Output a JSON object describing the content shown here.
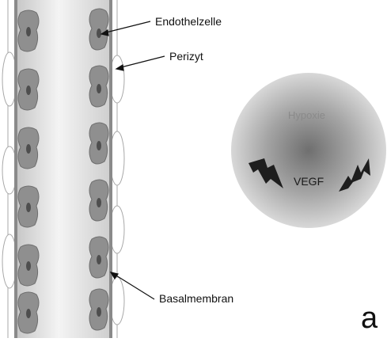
{
  "labels": {
    "endothelial_cell": "Endothelzelle",
    "pericyte": "Perizyt",
    "basement_membrane": "Basalmembran",
    "hypoxia": "Hypoxie",
    "vegf": "VEGF",
    "panel": "a"
  },
  "colors": {
    "vessel_lumen": "#e8e8e8",
    "vessel_wall": "#9a9a9a",
    "endothelial_cell": "#8c8c8c",
    "nucleus": "#555555",
    "hypoxia_center": "#7a7a7a",
    "hypoxia_edge": "#d4d4d4",
    "lightning": "#222222"
  },
  "icons": {
    "signal": "lightning-bolt-icon"
  }
}
